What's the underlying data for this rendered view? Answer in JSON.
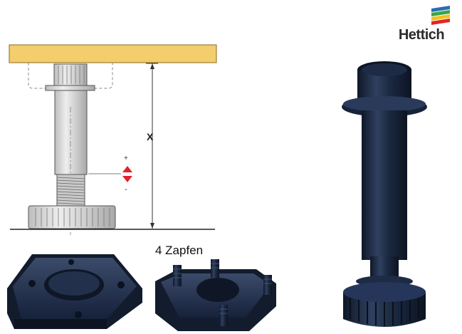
{
  "brand": {
    "name": "Hettich",
    "stripe_colors": [
      "#2a6db3",
      "#3aa545",
      "#f2c21b",
      "#e0262b"
    ]
  },
  "diagram": {
    "dimension_label": "X",
    "adjust_plus": "+",
    "adjust_minus": "-",
    "pins_caption": "4 Zapfen"
  },
  "colors": {
    "shelf": "#f4cd6c",
    "shelf_edge": "#8a6a1c",
    "metal_light": "#d8d8d8",
    "metal_dark": "#9a9a9a",
    "product_plastic": "#1b2940",
    "adjust_arrow": "#e2212b"
  }
}
